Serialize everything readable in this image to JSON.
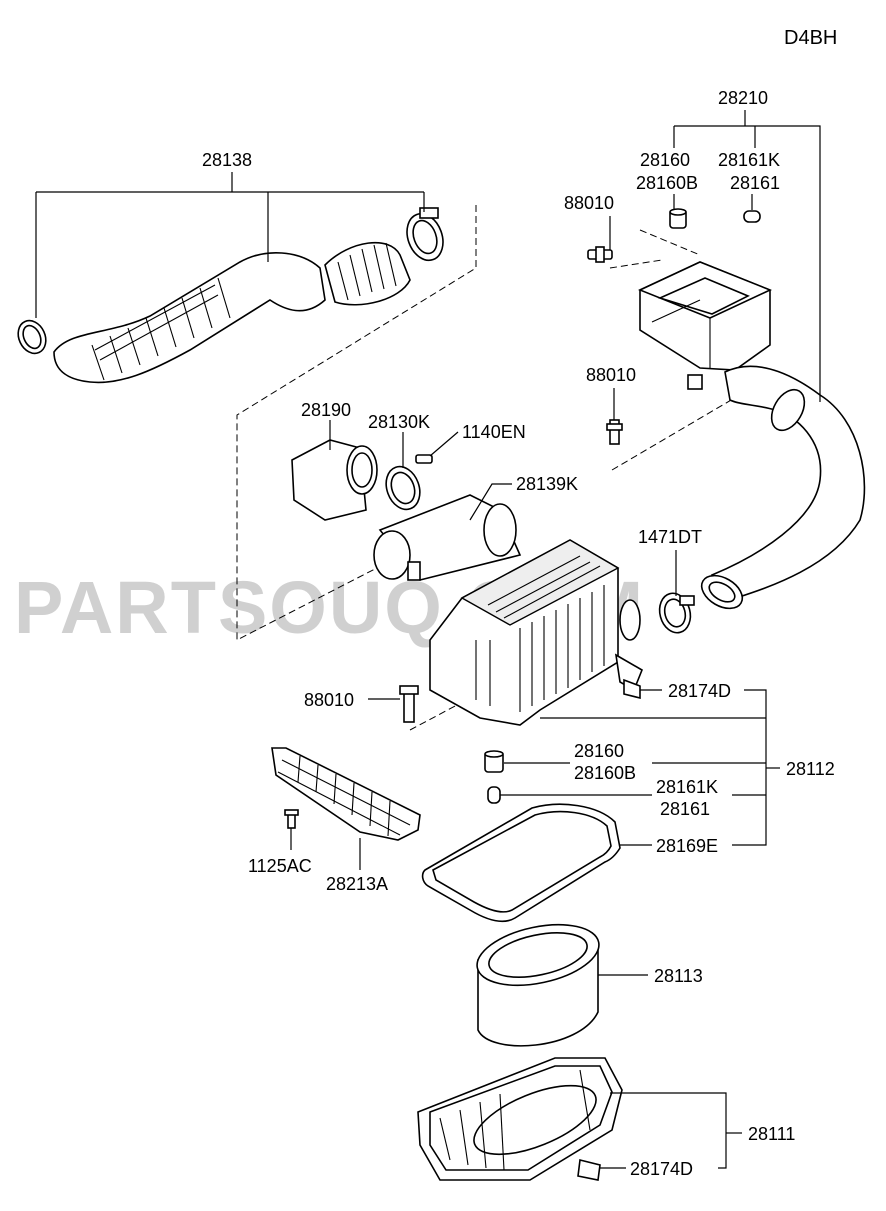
{
  "model_code": "D4BH",
  "watermark": "PARTSOUQ.COM",
  "labels": {
    "l28210": "28210",
    "l28160_top": "28160",
    "l28160B_top": "28160B",
    "l28161K_top": "28161K",
    "l28161_top": "28161",
    "l88010_a": "88010",
    "l28138": "28138",
    "l88010_b": "88010",
    "l28190": "28190",
    "l28130K": "28130K",
    "l1140EN": "1140EN",
    "l28139K": "28139K",
    "l1471DT": "1471DT",
    "l88010_c": "88010",
    "l28174D_a": "28174D",
    "l28160_mid": "28160",
    "l28160B_mid": "28160B",
    "l28112": "28112",
    "l28161K_mid": "28161K",
    "l28161_mid": "28161",
    "l28169E": "28169E",
    "l1125AC": "1125AC",
    "l28213A": "28213A",
    "l28113": "28113",
    "l28111": "28111",
    "l28174D_b": "28174D"
  }
}
